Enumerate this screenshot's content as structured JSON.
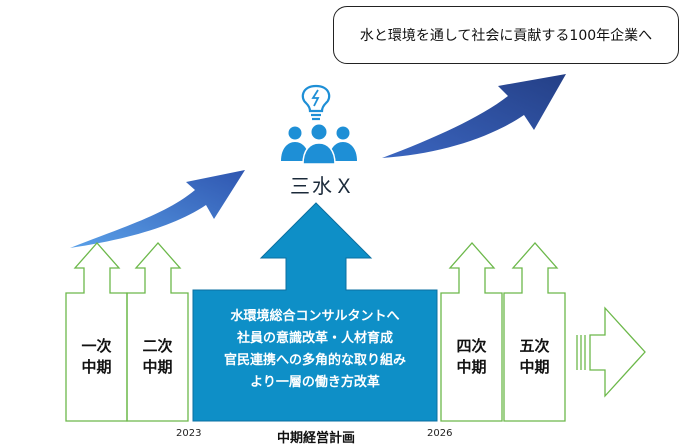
{
  "vision": {
    "text": "水と環境を通して社会に貢献する100年企業へ"
  },
  "brand": {
    "name": "三水Ｘ"
  },
  "phases": [
    {
      "line1": "一次",
      "line2": "中期"
    },
    {
      "line1": "二次",
      "line2": "中期"
    },
    {
      "line1": "四次",
      "line2": "中期"
    },
    {
      "line1": "五次",
      "line2": "中期"
    }
  ],
  "current_plan": {
    "lines": [
      "水環境総合コンサルタントへ",
      "社員の意識改革・人材育成",
      "官民連携への多角的な取り組み",
      "より一層の働き方改革"
    ]
  },
  "timeline": {
    "start_year": "2023",
    "end_year": "2026",
    "label": "中期経営計画"
  },
  "colors": {
    "blue_main": "#0e8fc7",
    "arrow_dark": "#2f4f9a",
    "arrow_light": "#4a86d8",
    "icon_blue": "#1e8fd6",
    "outline_green": "#6cb84a"
  },
  "icons": [
    "lightbulb-icon",
    "team-people-icon"
  ]
}
